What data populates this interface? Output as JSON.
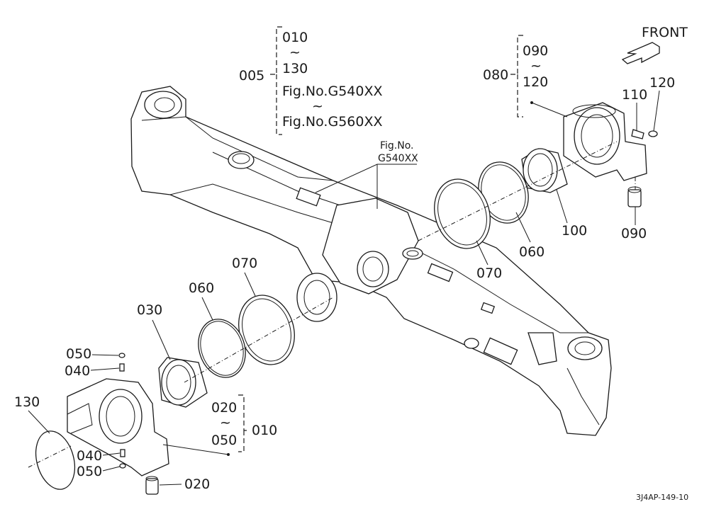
{
  "labels": {
    "front": "FRONT",
    "p005": "005",
    "p010_top": "010",
    "tilde_1": "~",
    "p130_top": "130",
    "fig_g540": "Fig.No.G540XX",
    "tilde_2": "~",
    "fig_g560": "Fig.No.G560XX",
    "figref_1": "Fig.No.",
    "figref_2": "G540XX",
    "p080": "080",
    "p090_top": "090",
    "tilde_3": "~",
    "p120_top": "120",
    "p110": "110",
    "p120": "120",
    "p100": "100",
    "p090": "090",
    "p060_right": "060",
    "p070_right": "070",
    "p070_left": "070",
    "p060_left": "060",
    "p030": "030",
    "p050_top": "050",
    "p040_top": "040",
    "p130": "130",
    "p020_br": "020",
    "tilde_4": "~",
    "p050_br": "050",
    "p010": "010",
    "p040_bot": "040",
    "p050_bot": "050",
    "p020": "020",
    "drawing_code": "3J4AP-149-10"
  }
}
